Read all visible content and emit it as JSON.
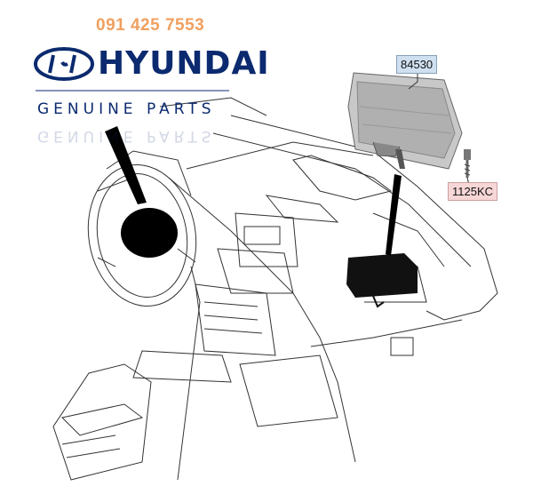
{
  "header": {
    "phone": "091 425 7553",
    "brand": "HYUNDAI",
    "tagline": "GENUINE PARTS"
  },
  "parts": [
    {
      "label": "84530",
      "color": "#cfe0f0"
    },
    {
      "label": "1125KC",
      "color": "#f7d6d6"
    }
  ]
}
